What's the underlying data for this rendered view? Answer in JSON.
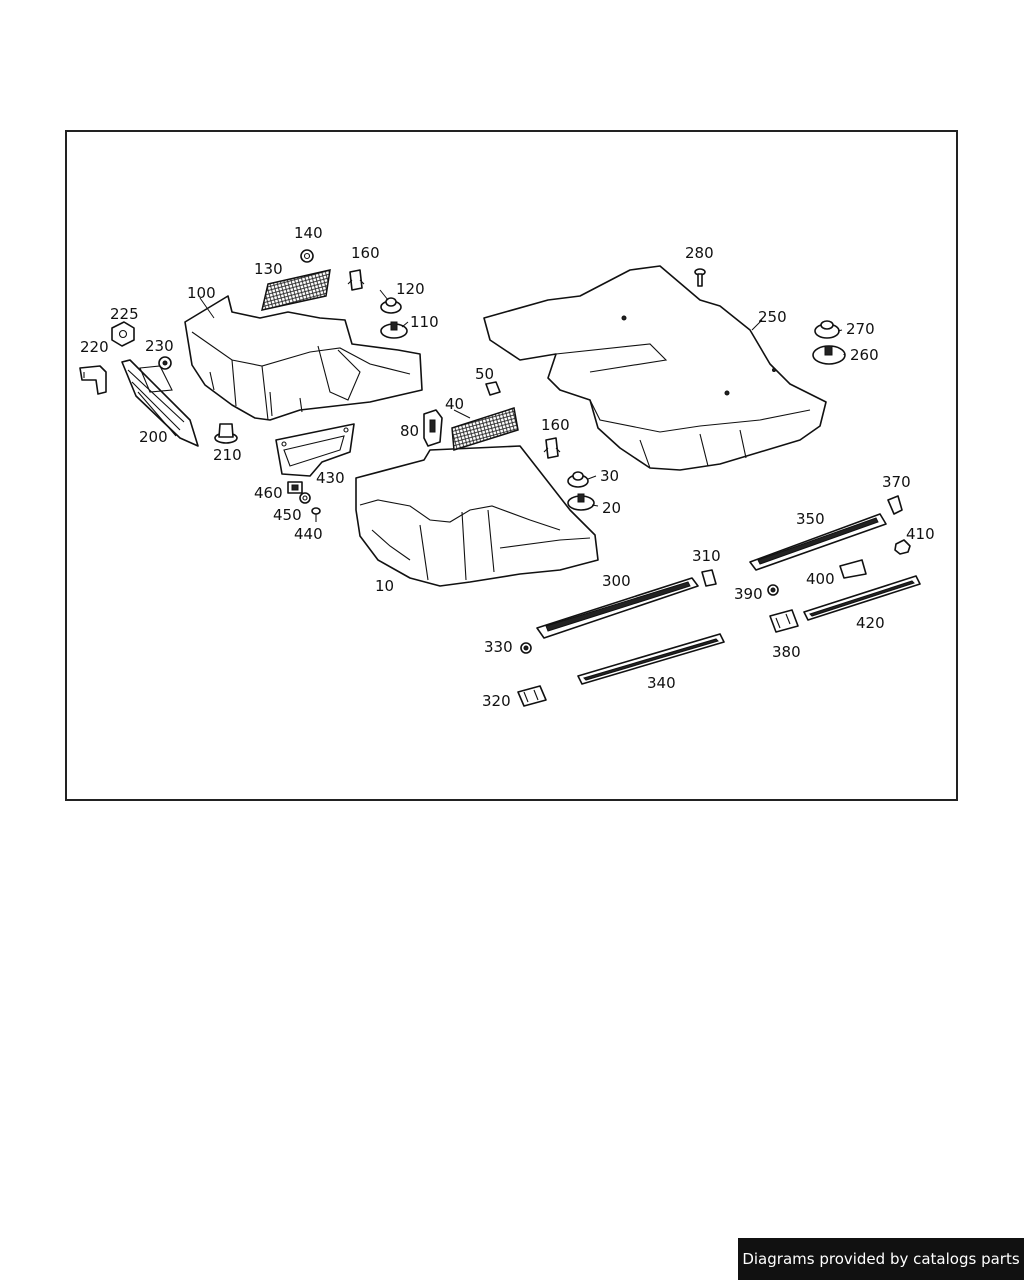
{
  "diagram": {
    "labels": {
      "p10": "10",
      "p20": "20",
      "p30": "30",
      "p40": "40",
      "p50": "50",
      "p80": "80",
      "p100": "100",
      "p110": "110",
      "p120": "120",
      "p130": "130",
      "p140": "140",
      "p160a": "160",
      "p160b": "160",
      "p200": "200",
      "p210": "210",
      "p220": "220",
      "p225": "225",
      "p230": "230",
      "p250": "250",
      "p260": "260",
      "p270": "270",
      "p280": "280",
      "p300": "300",
      "p310": "310",
      "p320": "320",
      "p330": "330",
      "p340": "340",
      "p350": "350",
      "p370": "370",
      "p380": "380",
      "p390": "390",
      "p400": "400",
      "p410": "410",
      "p420": "420",
      "p430": "430",
      "p440": "440",
      "p450": "450",
      "p460": "460"
    }
  },
  "footer": {
    "credit": "Diagrams provided by catalogs parts"
  }
}
